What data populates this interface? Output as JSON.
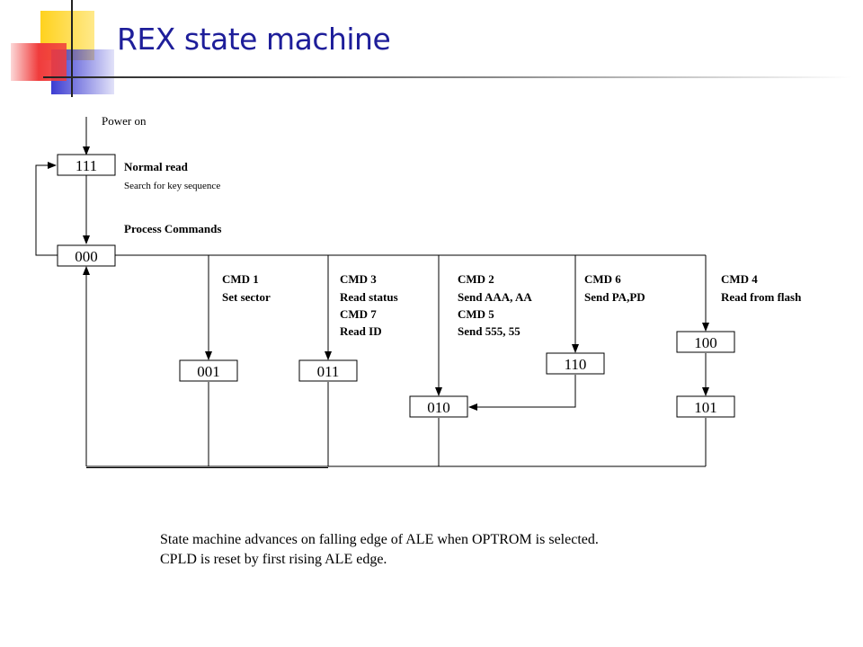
{
  "slide": {
    "title": "REX state machine"
  },
  "diagram": {
    "entry_label": "Power on",
    "states": {
      "s111": "111",
      "s000": "000",
      "s001": "001",
      "s011": "011",
      "s010": "010",
      "s110": "110",
      "s100": "100",
      "s101": "101"
    },
    "annotations": {
      "normal_read": "Normal read",
      "search_key": "Search for key sequence",
      "process_commands": "Process Commands"
    },
    "branches": {
      "cmd1": [
        "CMD 1",
        "Set sector"
      ],
      "cmd3": [
        "CMD 3",
        "Read status",
        "CMD 7",
        "Read ID"
      ],
      "cmd2": [
        "CMD 2",
        "Send AAA, AA",
        "CMD 5",
        "Send 555, 55"
      ],
      "cmd6": [
        "CMD 6",
        "Send PA,PD"
      ],
      "cmd4": [
        "CMD 4",
        "Read from flash"
      ]
    }
  },
  "notes": [
    "State machine advances on falling edge of ALE when OPTROM is selected.",
    "CPLD is reset by first rising ALE edge."
  ],
  "colors": {
    "title": "#1e1e9a",
    "logo_yellow": "#ffd21e",
    "logo_red": "#f03c3c",
    "logo_blue": "#3c3cd2"
  }
}
